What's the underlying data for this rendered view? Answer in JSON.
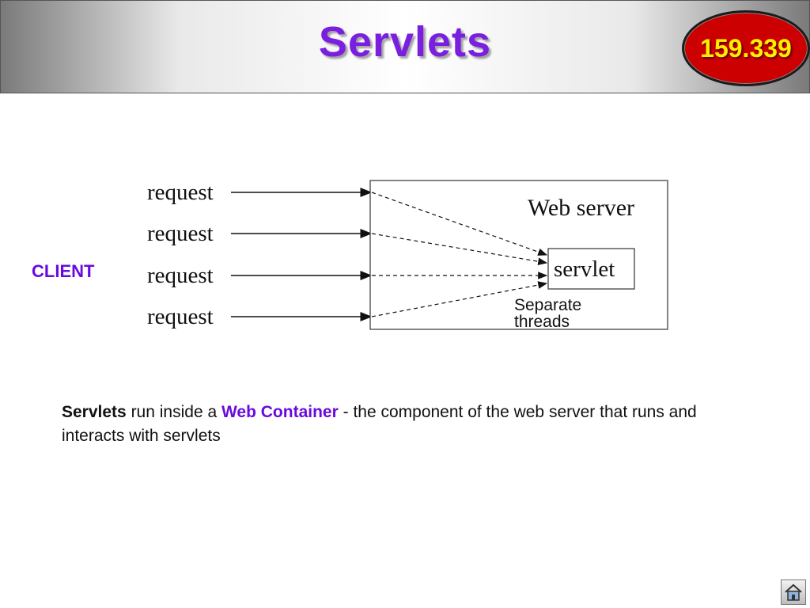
{
  "header": {
    "title": "Servlets",
    "badge": "159.339"
  },
  "diagram": {
    "client_label": "CLIENT",
    "requests": [
      "request",
      "request",
      "request",
      "request"
    ],
    "server_label": "Web server",
    "servlet_label": "servlet",
    "threads_label_line1": "Separate",
    "threads_label_line2": "threads"
  },
  "body": {
    "term1": "Servlets",
    "text1": " run inside a ",
    "term2": "Web Container",
    "text2": " - the component of the web server that runs and interacts with servlets"
  },
  "nav": {
    "home_icon": "home-icon"
  },
  "colors": {
    "title": "#7a1fe0",
    "accent": "#6a0adf",
    "badge_fill": "#cc0000",
    "badge_text": "#ffee00"
  }
}
